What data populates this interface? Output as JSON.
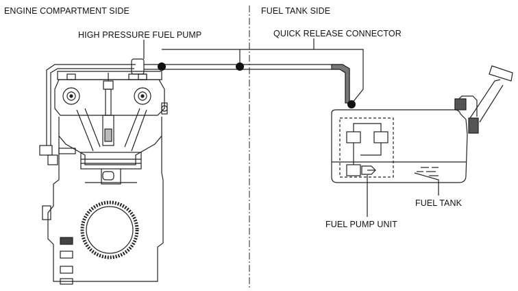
{
  "sections": {
    "left": "ENGINE COMPARTMENT SIDE",
    "right": "FUEL TANK SIDE"
  },
  "callouts": {
    "hp_pump": "HIGH PRESSURE FUEL PUMP",
    "qr_connector": "QUICK RELEASE CONNECTOR",
    "fuel_tank": "FUEL TANK",
    "fuel_pump_unit": "FUEL PUMP UNIT"
  }
}
